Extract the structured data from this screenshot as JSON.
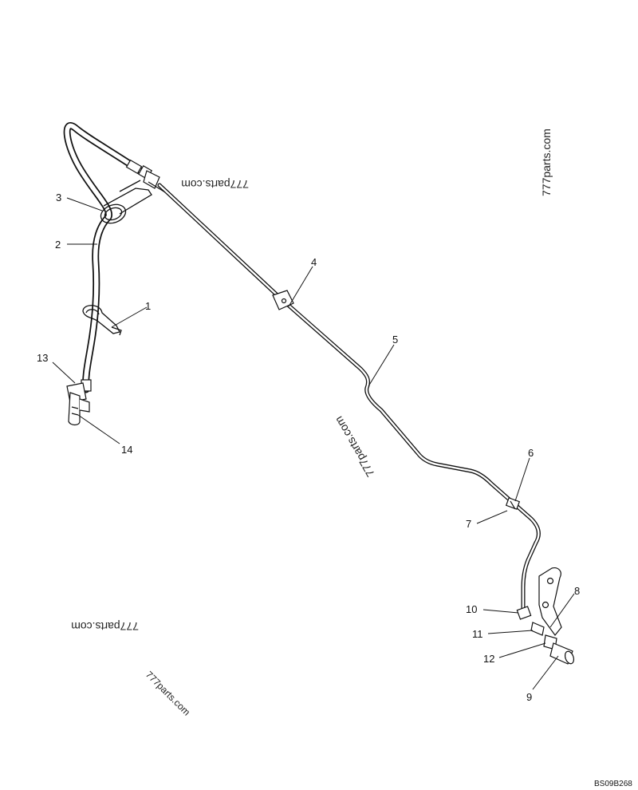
{
  "diagram": {
    "parts": [
      {
        "label": "1"
      },
      {
        "label": "2"
      },
      {
        "label": "3"
      },
      {
        "label": "4"
      },
      {
        "label": "5"
      },
      {
        "label": "6"
      },
      {
        "label": "7"
      },
      {
        "label": "8"
      },
      {
        "label": "9"
      },
      {
        "label": "10"
      },
      {
        "label": "11"
      },
      {
        "label": "12"
      },
      {
        "label": "13"
      },
      {
        "label": "14"
      }
    ],
    "watermarks": [
      "777parts.com",
      "777parts.com",
      "777parts.com",
      "777parts.com",
      "777parts.com"
    ],
    "drawing_code": "BS09B268"
  },
  "colors": {
    "line": "#111111",
    "background": "#ffffff"
  }
}
